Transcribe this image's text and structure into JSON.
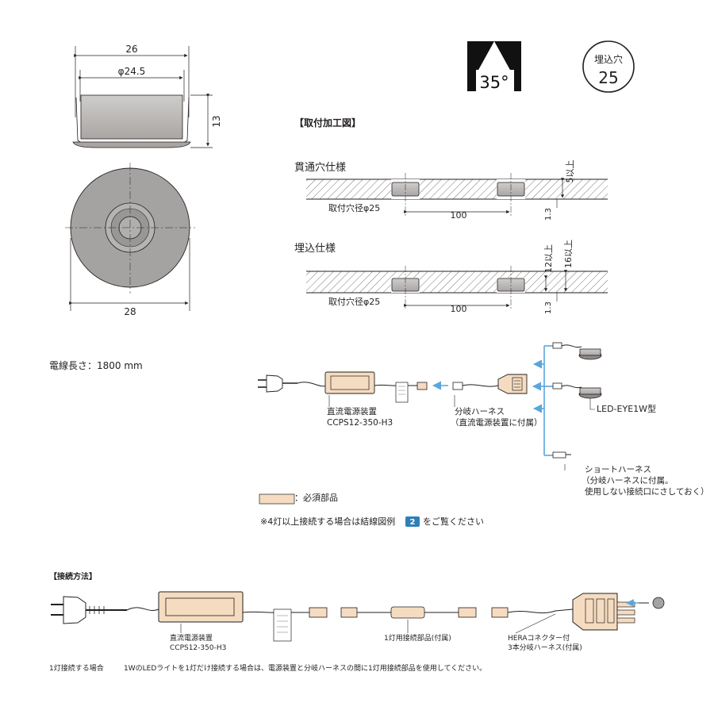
{
  "product_view": {
    "dim_top_width": "26",
    "dim_phi": "φ24.5",
    "dim_height": "13",
    "dim_bottom_width": "28"
  },
  "badges": {
    "angle": "35°",
    "hole_label": "埋込穴",
    "hole_value": "25"
  },
  "install": {
    "title": "【取付加工図】",
    "through": {
      "title": "貫通穴仕様",
      "hole": "取付穴径φ25",
      "pitch": "100",
      "thickness": "5以上",
      "depth": "1.3"
    },
    "embed": {
      "title": "埋込仕様",
      "hole": "取付穴径φ25",
      "pitch": "100",
      "depth_min": "12以上",
      "thickness": "16以上",
      "depth": "1.3"
    }
  },
  "wiring": {
    "cable_length": "電線長さ：1800 mm",
    "power_supply": [
      "直流電源装置",
      "CCPS12-350-H3"
    ],
    "branch_harness": [
      "分岐ハーネス",
      "（直流電源装置に付属）"
    ],
    "led_model": "LED-EYE1W型",
    "short_harness": [
      "ショートハーネス",
      "（分岐ハーネスに付属。",
      "使用しない接続口にさしておく）"
    ],
    "legend_required": "：必須部品",
    "note_prefix": "※4灯以上接続する場合は結線図例",
    "note_badge": "2",
    "note_suffix": "をご覧ください"
  },
  "connection": {
    "title": "【接続方法】",
    "power_supply": [
      "直流電源装置",
      "CCPS12-350-H3"
    ],
    "one_light_part": "1灯用接続部品(付属)",
    "hera_harness": [
      "HERAコネクター付",
      "3本分岐ハーネス(付属)"
    ],
    "single_case": "1灯接続する場合",
    "single_note": "1WのLEDライトを1灯だけ接続する場合は、電源装置と分岐ハーネスの間に1灯用接続部品を使用してください。"
  },
  "colors": {
    "required_part": "#f5dcc0",
    "arrow_blue": "#5aa6dc",
    "metal": "#b9b6b4",
    "line": "#231f20"
  },
  "icons": [
    "angle-35-icon",
    "hole-25-icon",
    "plug-icon",
    "power-supply-icon",
    "led-light-icon",
    "connector-icon"
  ]
}
